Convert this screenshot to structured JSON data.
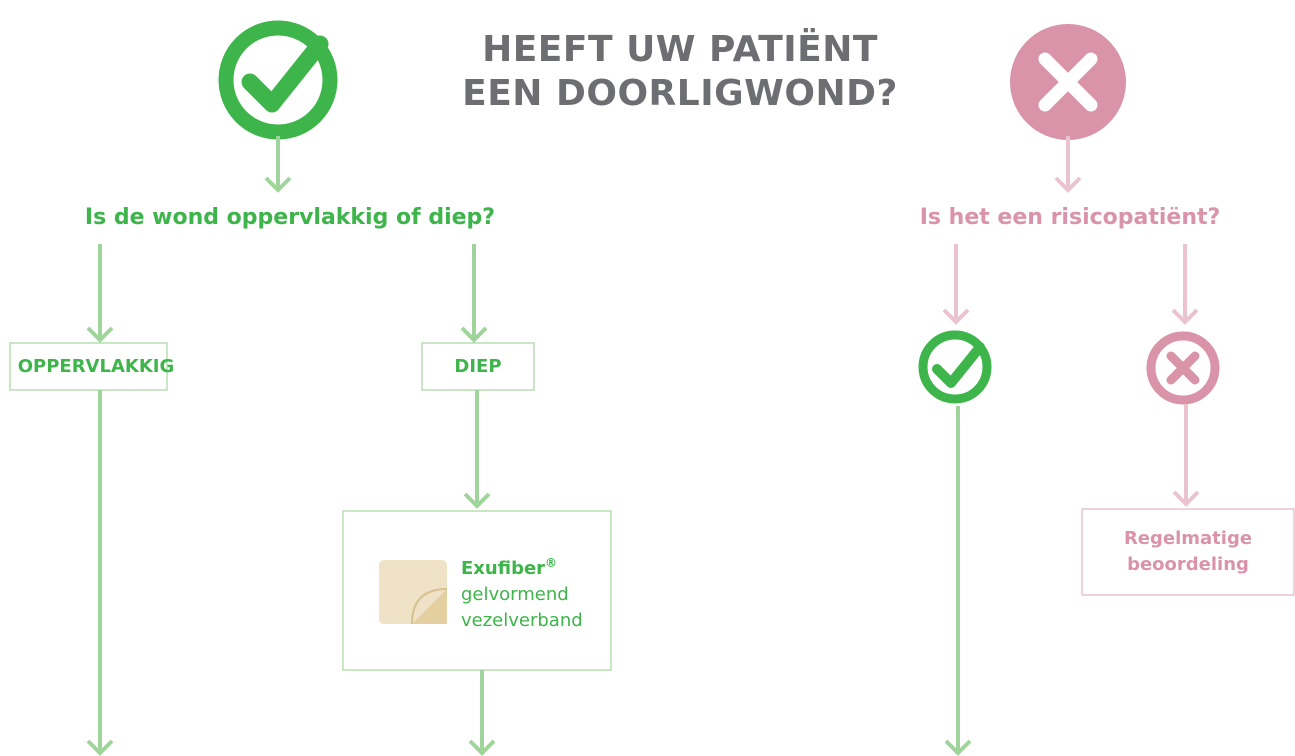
{
  "title": {
    "line1": "HEEFT UW PATIËNT",
    "line2": "EEN DOORLIGWOND?"
  },
  "yes_branch": {
    "icon": "check-circle-icon",
    "question": "Is de wond oppervlakkig of diep?",
    "options": {
      "superficial": "OPPERVLAKKIG",
      "deep": "DIEP"
    },
    "product": {
      "name": "Exufiber",
      "registered": "®",
      "desc_line1": "gelvormend",
      "desc_line2": "vezelverband"
    }
  },
  "no_branch": {
    "icon": "x-circle-icon",
    "question": "Is het een risicopatiënt?",
    "yes_icon": "check-circle-icon",
    "no_icon": "x-circle-icon",
    "no_outcome": {
      "line1": "Regelmatige",
      "line2": "beoordeling"
    }
  },
  "colors": {
    "green": "#3db54a",
    "green_light": "#9fd49a",
    "green_box": "#b7deb2",
    "pink": "#d994a9",
    "pink_light": "#ebc3cf",
    "title_gray": "#6d6e71"
  }
}
